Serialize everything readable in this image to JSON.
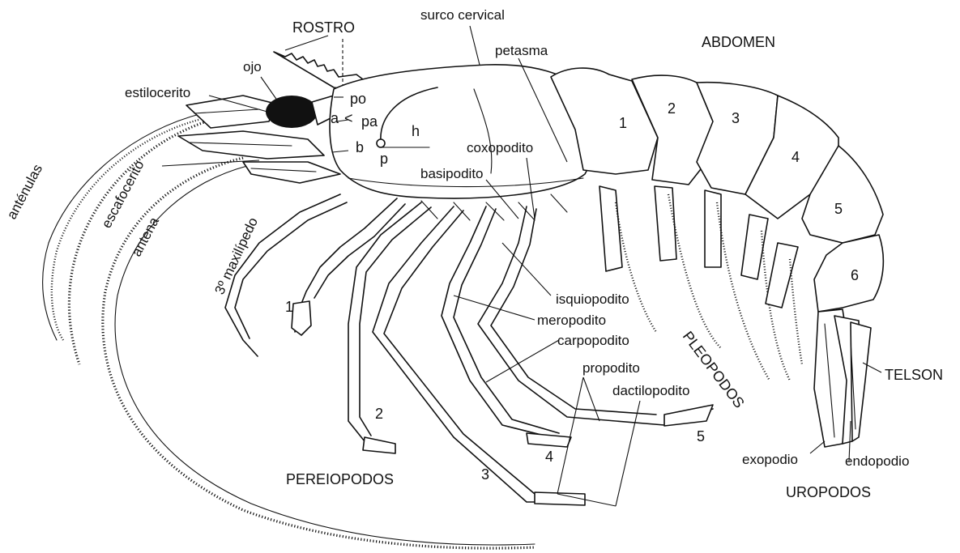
{
  "labels": {
    "rostro": "ROSTRO",
    "surco_cervical": "surco cervical",
    "petasma": "petasma",
    "abdomen": "ABDOMEN",
    "ojo": "ojo",
    "estilocerito": "estilocerito",
    "po": "po",
    "pa": "pa",
    "a": "a",
    "h": "h",
    "b": "b",
    "p": "p",
    "coxopodito": "coxopodito",
    "basipodito": "basipodito",
    "escafocerito": "escafocerito",
    "antenulas": "anténulas",
    "antena": "antena",
    "maxilipedo": "3º maxilípedo",
    "isquiopodito": "isquiopodito",
    "meropodito": "meropodito",
    "carpopodito": "carpopodito",
    "propodito": "propodito",
    "dactilopodito": "dactilopodito",
    "pleopodos": "PLEOPODOS",
    "telson": "TELSON",
    "exopodio": "exopodio",
    "endopodio": "endopodio",
    "uropodos": "UROPODOS",
    "pereiopodos": "PEREIOPODOS"
  },
  "segment_numbers": [
    "1",
    "2",
    "3",
    "4",
    "5",
    "6"
  ],
  "leg_numbers": [
    "1",
    "2",
    "3",
    "4",
    "5"
  ]
}
